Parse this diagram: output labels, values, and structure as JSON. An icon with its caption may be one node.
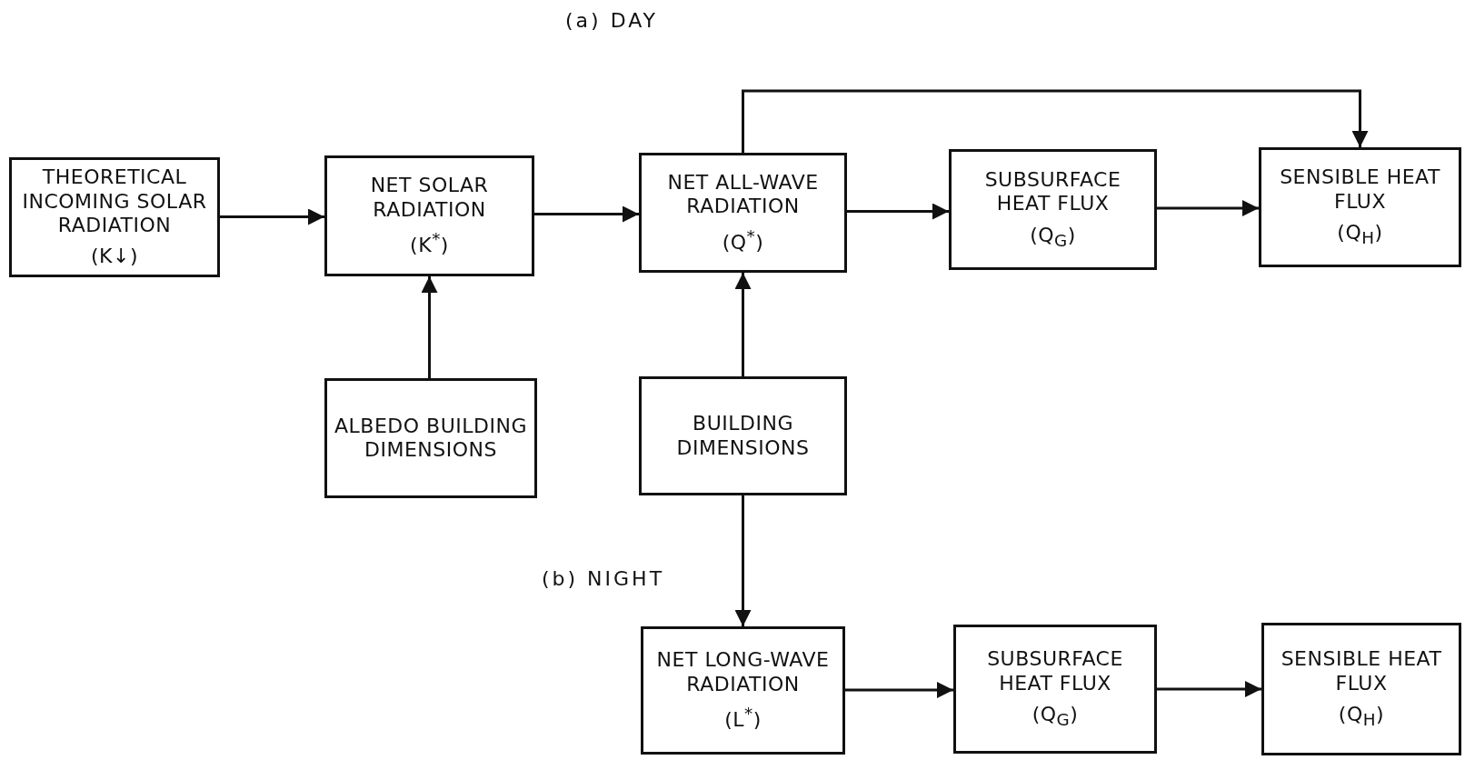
{
  "diagram": {
    "nodes": [
      {
        "text": [
          "THEORETICAL INCOMING SOLAR RADIATION",
          "(K↓)"
        ]
      },
      {
        "text": [
          "NET SOLAR RADIATION",
          "(K$^{*}$)"
        ]
      },
      {
        "text": [
          "NET ALL-WAVE RADIATION",
          "(Q$^{*}$)"
        ]
      },
      {
        "text": [
          "SUBSURFACE HEAT FLUX",
          "(Q$_{G}$)"
        ]
      },
      {
        "text": [
          "SENSIBLE HEAT FLUX",
          "(Q$_{H}$)"
        ]
      },
      {
        "text": [
          "ALBEDO BUILDING DIMENSIONS"
        ]
      },
      {
        "text": [
          "BUILDING DIMENSIONS"
        ]
      },
      {
        "text": [
          "NET LONG-WAVE RADIATION",
          "(L$^{*}$)"
        ]
      },
      {
        "text": [
          "SUBSURFACE HEAT FLUX",
          "(Q$_{G}$)"
        ]
      },
      {
        "text": [
          "SENSIBLE HEAT FLUX",
          "(Q$_{H}$)"
        ]
      }
    ],
    "edges": [
      {
        "from": 0,
        "to": 1,
        "arrow": "to"
      },
      {
        "from": 1,
        "to": 2,
        "arrow": "to"
      },
      {
        "from": 2,
        "to": 3,
        "arrow": "to"
      },
      {
        "from": 3,
        "to": 4,
        "arrow": "to"
      },
      {
        "from": 2,
        "to": 4,
        "arrow": "to"
      },
      {
        "from": 5,
        "to": 1,
        "arrow": "to"
      },
      {
        "from": 6,
        "to": 2,
        "arrow": "to"
      },
      {
        "from": 6,
        "to": 7,
        "arrow": "to"
      },
      {
        "from": 7,
        "to": 8,
        "arrow": "to"
      },
      {
        "from": 8,
        "to": 9,
        "arrow": "to"
      }
    ],
    "labels": [
      "(a) DAY",
      "(b) NIGHT"
    ]
  }
}
